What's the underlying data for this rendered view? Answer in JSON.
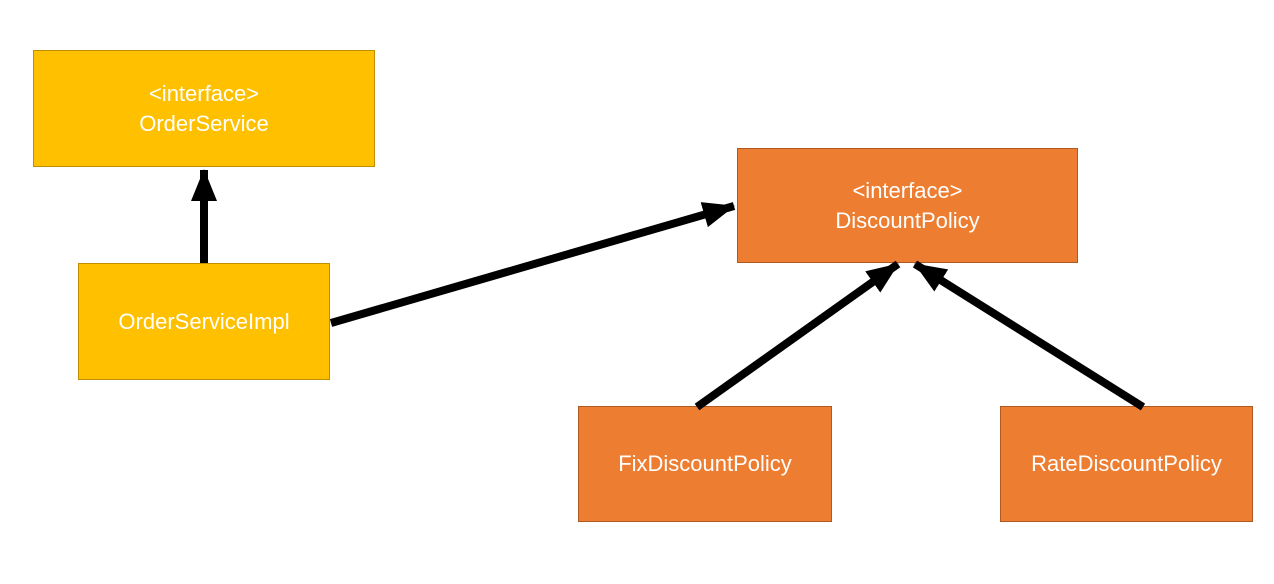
{
  "diagram": {
    "title": "",
    "type": "uml-class-diagram",
    "nodes": [
      {
        "id": "order-service",
        "stereotype": "<interface>",
        "label": "OrderService",
        "fill": "#FFC000",
        "border": "#BF8F00",
        "text_color": "#FFFFFF"
      },
      {
        "id": "order-service-impl",
        "stereotype": "",
        "label": "OrderServiceImpl",
        "fill": "#FFC000",
        "border": "#BF8F00",
        "text_color": "#FFFFFF"
      },
      {
        "id": "discount-policy",
        "stereotype": "<interface>",
        "label": "DiscountPolicy",
        "fill": "#ED7D31",
        "border": "#AE5A21",
        "text_color": "#FFFFFF"
      },
      {
        "id": "fix-discount-policy",
        "stereotype": "",
        "label": "FixDiscountPolicy",
        "fill": "#ED7D31",
        "border": "#AE5A21",
        "text_color": "#FFFFFF"
      },
      {
        "id": "rate-discount-policy",
        "stereotype": "",
        "label": "RateDiscountPolicy",
        "fill": "#ED7D31",
        "border": "#AE5A21",
        "text_color": "#FFFFFF"
      }
    ],
    "edges": [
      {
        "from": "OrderServiceImpl",
        "to": "OrderService",
        "kind": "arrow"
      },
      {
        "from": "OrderServiceImpl",
        "to": "DiscountPolicy",
        "kind": "arrow"
      },
      {
        "from": "FixDiscountPolicy",
        "to": "DiscountPolicy",
        "kind": "arrow"
      },
      {
        "from": "RateDiscountPolicy",
        "to": "DiscountPolicy",
        "kind": "arrow"
      }
    ],
    "colors": {
      "gold_fill": "#FFC000",
      "gold_border": "#BF8F00",
      "orange_fill": "#ED7D31",
      "orange_border": "#AE5A21",
      "arrow": "#000000",
      "background": "#FFFFFF"
    }
  }
}
